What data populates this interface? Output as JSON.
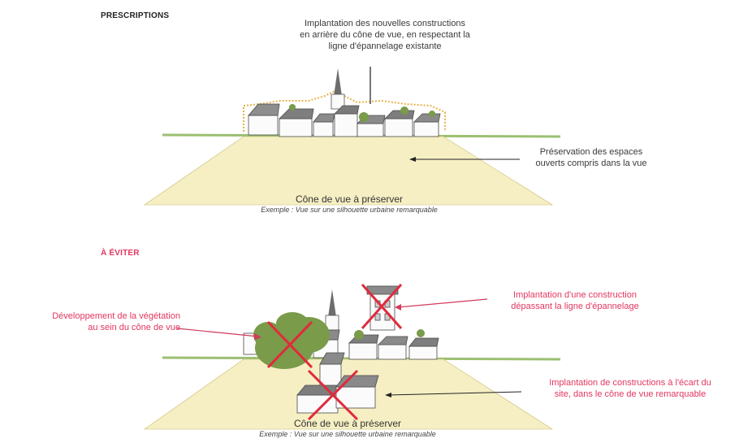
{
  "sections": {
    "prescriptions": {
      "title": "PRESCRIPTIONS",
      "annotation_top": [
        "Implantation des nouvelles constructions",
        "en arrière du cône de vue, en respectant la",
        "ligne d'épannelage existante"
      ],
      "annotation_right": [
        "Préservation des espaces",
        "ouverts compris dans la vue"
      ],
      "caption_title": "Cône de vue à préserver",
      "caption_subtitle": "Exemple : Vue sur une silhouette urbaine remarquable"
    },
    "eviter": {
      "title": "À ÉVITER",
      "annotation_left": [
        "Développement de la végétation",
        "au sein du cône de vue"
      ],
      "annotation_top_right": [
        "Implantation d'une construction",
        "dépassant la ligne d'épannelage"
      ],
      "annotation_bottom_right": [
        "Implantation de constructions à l'écart du",
        "site, dans le cône de vue remarquable"
      ],
      "caption_title": "Cône de vue à préserver",
      "caption_subtitle": "Exemple : Vue sur une silhouette urbaine remarquable"
    }
  },
  "colors": {
    "cone_fill": "#f6efc4",
    "ground_line": "#9cbf72",
    "header_red": "#e2365f",
    "annotation_red": "#e2365f",
    "cross_red": "#e02a3c",
    "vegetation": "#7a9b4a",
    "dotted_outline": "#e8b34a"
  }
}
